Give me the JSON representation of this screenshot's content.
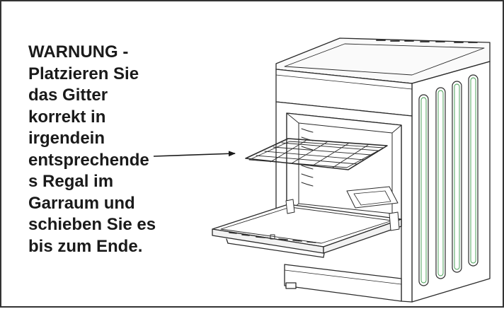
{
  "figure": {
    "warning_lines": [
      "WARNUNG -",
      "Platzieren Sie",
      "das Gitter",
      "korrekt in",
      "irgendein",
      "entsprechende",
      "s Regal im",
      "Garraum und",
      "schieben Sie es",
      "bis zum Ende."
    ],
    "colors": {
      "border": "#333333",
      "text": "#1a1a1a",
      "line_art": "#2b2b2b",
      "ridge_accent": "#3a9a4a"
    },
    "icons": [
      "arrow-icon",
      "oven-drawing"
    ]
  }
}
